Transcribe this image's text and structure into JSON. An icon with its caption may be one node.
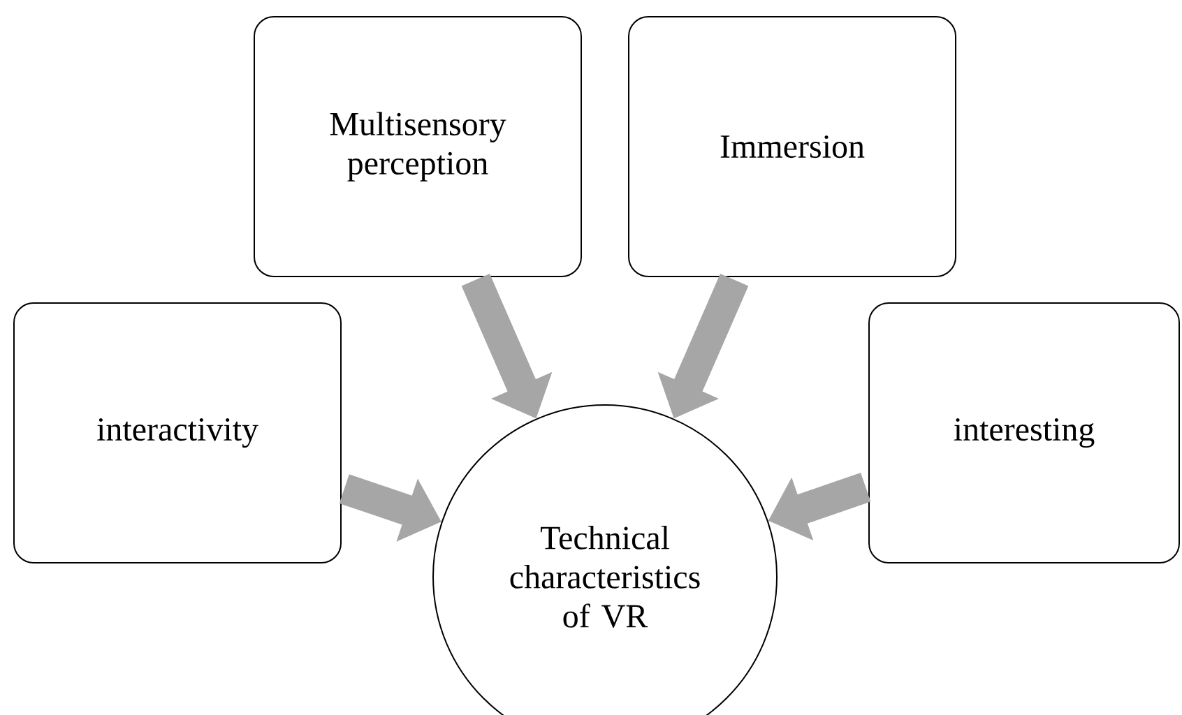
{
  "diagram": {
    "nodes": [
      {
        "text": [
          "interactivity"
        ]
      },
      {
        "text": [
          "Multisensory perception"
        ]
      },
      {
        "text": [
          "Immersion"
        ]
      },
      {
        "text": [
          "interesting"
        ]
      },
      {
        "text": [
          "Technical characteristics of VR"
        ]
      }
    ],
    "edges": [
      {
        "from": 0,
        "to": 4,
        "arrow": "to"
      },
      {
        "from": 1,
        "to": 4,
        "arrow": "to"
      },
      {
        "from": 2,
        "to": 4,
        "arrow": "to"
      },
      {
        "from": 3,
        "to": 4,
        "arrow": "to"
      }
    ]
  }
}
